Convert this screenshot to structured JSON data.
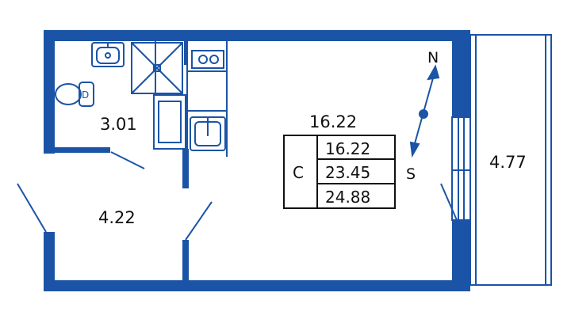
{
  "colors": {
    "wall": "#1b54a6",
    "line": "#1b54a6",
    "text": "#111111",
    "background": "#ffffff"
  },
  "rooms": {
    "bathroom_area": "3.01",
    "hallway_area": "4.22",
    "main_room_area": "16.22",
    "balcony_area": "4.77"
  },
  "area_table": {
    "code": "С",
    "living": "16.22",
    "total": "23.45",
    "total_with_balcony": "24.88"
  },
  "compass": {
    "north": "N",
    "south": "S"
  },
  "icons": [
    "sink-icon",
    "toilet-icon",
    "shower-tray-icon",
    "stove-icon",
    "kitchen-sink-icon",
    "compass-icon"
  ]
}
